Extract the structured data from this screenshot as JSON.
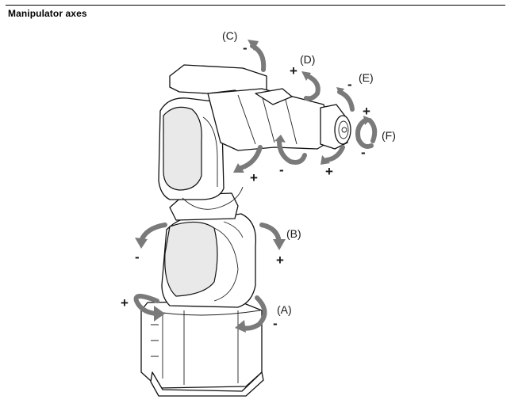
{
  "heading": "Manipulator axes",
  "axes": [
    {
      "id": "A",
      "label": "(A)",
      "plus": "+",
      "minus": "-"
    },
    {
      "id": "B",
      "label": "(B)",
      "plus": "+",
      "minus": "-"
    },
    {
      "id": "C",
      "label": "(C)",
      "plus": "+",
      "minus": "-"
    },
    {
      "id": "D",
      "label": "(D)",
      "plus": "+",
      "minus": "-"
    },
    {
      "id": "E",
      "label": "(E)",
      "plus": "+",
      "minus": "-"
    },
    {
      "id": "F",
      "label": "(F)",
      "plus": "+",
      "minus": "-"
    }
  ],
  "colors": {
    "arrow": "#7a7a7a",
    "outline": "#111111"
  }
}
